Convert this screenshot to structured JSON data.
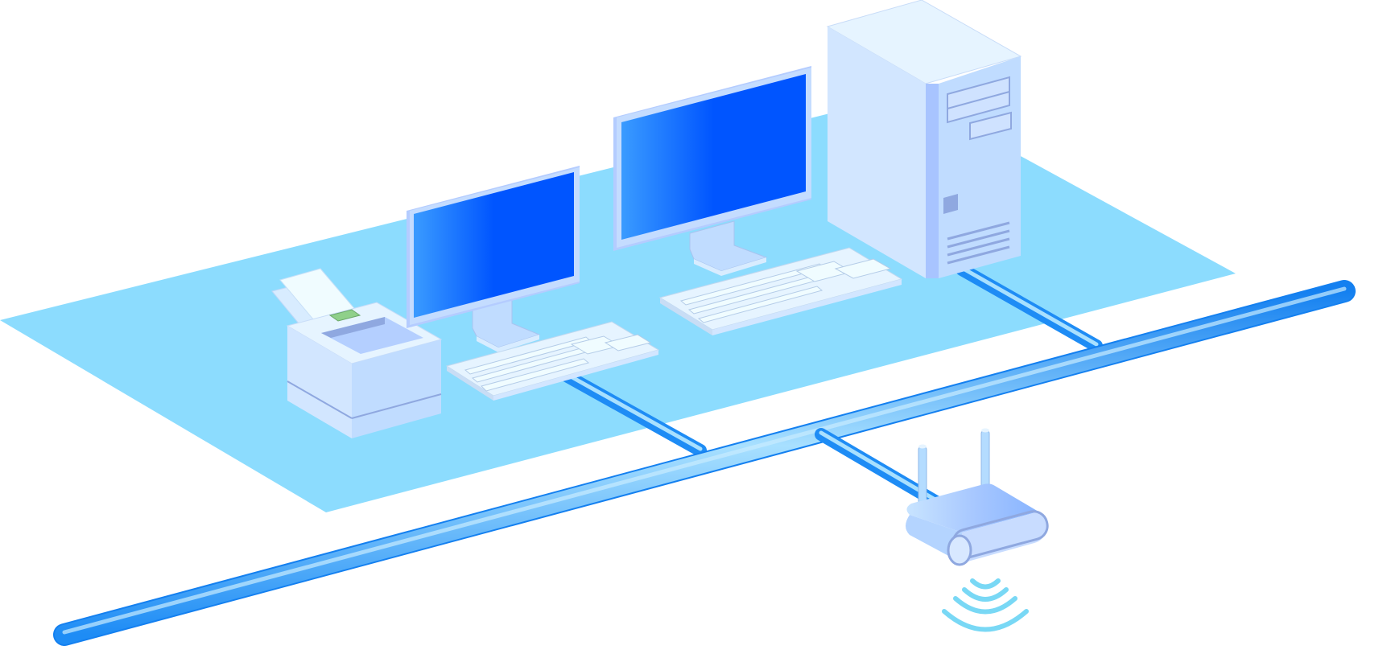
{
  "scene": {
    "type": "isometric-network-diagram",
    "devices": [
      {
        "id": "printer",
        "icon": "printer-icon"
      },
      {
        "id": "monitor-left",
        "icon": "monitor-icon"
      },
      {
        "id": "keyboard-left",
        "icon": "keyboard-icon"
      },
      {
        "id": "monitor-right",
        "icon": "monitor-icon"
      },
      {
        "id": "keyboard-right",
        "icon": "keyboard-icon"
      },
      {
        "id": "tower",
        "icon": "desktop-tower-icon"
      },
      {
        "id": "router",
        "icon": "wireless-router-icon"
      },
      {
        "id": "wifi-signal",
        "icon": "wifi-signal-icon"
      }
    ],
    "links": [
      {
        "from": "keyboard-left",
        "to": "backbone"
      },
      {
        "from": "tower",
        "to": "backbone"
      },
      {
        "from": "router",
        "to": "backbone"
      }
    ]
  },
  "colors": {
    "floor": "#8cdcfe",
    "cable": "#1e90ff",
    "cable_highlight": "#a8e0ff",
    "screen_dark": "#0055ff",
    "screen_light": "#3a9bff",
    "device_face": "#d2e6ff",
    "device_side": "#c0dcff",
    "device_top": "#e6f4ff",
    "device_trim": "#8fa8e0",
    "wifi_waves": "#79d8f5"
  }
}
